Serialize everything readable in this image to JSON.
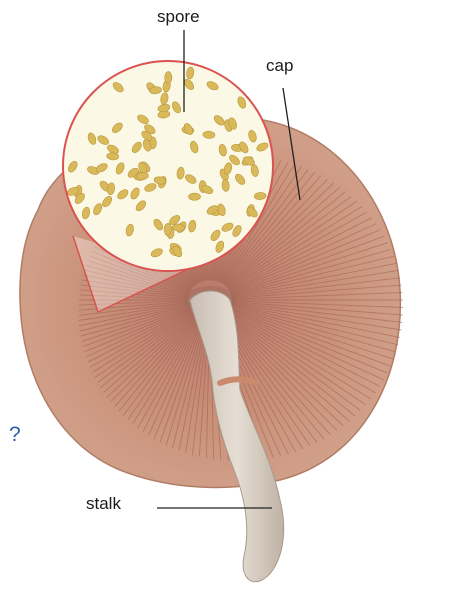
{
  "labels": {
    "spore": "spore",
    "cap": "cap",
    "stalk": "stalk"
  },
  "margin_mark": "?",
  "colors": {
    "cap_fill": "#c9927a",
    "gill_line": "#9c5f4b",
    "magnifier_outline": "#d9534f",
    "magnifier_background": "#fbf8e6",
    "spore_fill": "#d9b95a",
    "stalk_fill": "#d8cfc4",
    "ring": "#c98a6e",
    "leader_line": "#222222",
    "margin_mark": "#2b5fa8"
  }
}
